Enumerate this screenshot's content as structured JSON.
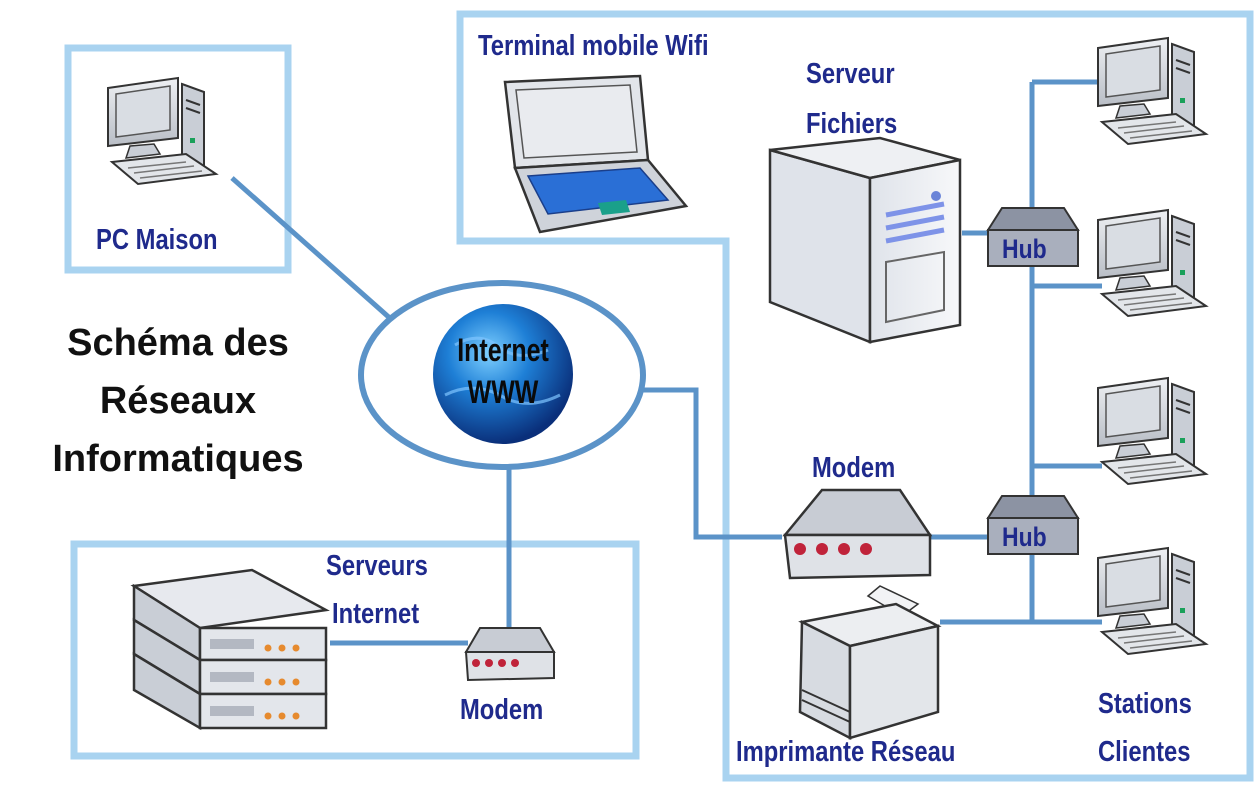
{
  "title": {
    "line1": "Schéma des",
    "line2": "Réseaux",
    "line3": "Informatiques"
  },
  "labels": {
    "pc_maison": "PC Maison",
    "terminal_mobile": "Terminal mobile Wifi",
    "serveur_fichiers_1": "Serveur",
    "serveur_fichiers_2": "Fichiers",
    "internet_1": "Internet",
    "internet_2": "WWW",
    "hub_top": "Hub",
    "hub_bottom": "Hub",
    "modem_right": "Modem",
    "modem_left": "Modem",
    "serveurs_internet_1": "Serveurs",
    "serveurs_internet_2": "Internet",
    "imprimante": "Imprimante Réseau",
    "stations_1": "Stations",
    "stations_2": "Clientes"
  },
  "colors": {
    "frame": "#a9d3f0",
    "link": "#5b93c8",
    "label": "#1f2a8c",
    "globe": "#1c76c9"
  }
}
